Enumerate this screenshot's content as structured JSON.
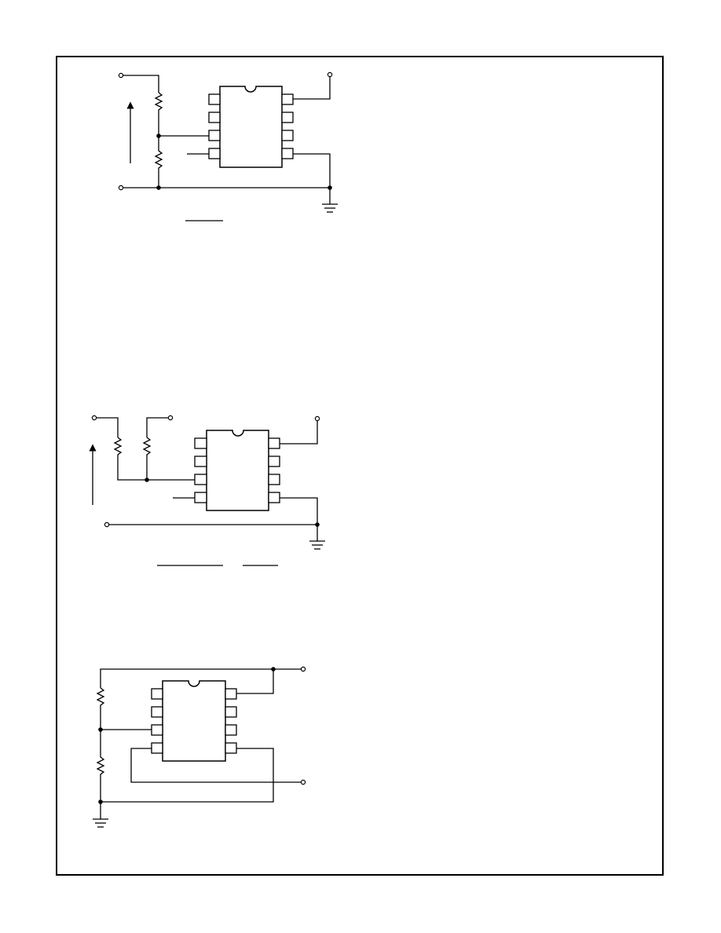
{
  "page": {
    "background": "#ffffff",
    "line_color": "#000000"
  },
  "circuits": [
    {
      "name": "circuit-1",
      "components": [
        "8-pin-ic",
        "resistor",
        "resistor",
        "ground",
        "voltage-arrow"
      ]
    },
    {
      "name": "circuit-2",
      "components": [
        "8-pin-ic",
        "resistor",
        "resistor",
        "ground",
        "voltage-arrow"
      ]
    },
    {
      "name": "circuit-3",
      "components": [
        "8-pin-ic",
        "resistor",
        "resistor",
        "ground"
      ]
    }
  ]
}
